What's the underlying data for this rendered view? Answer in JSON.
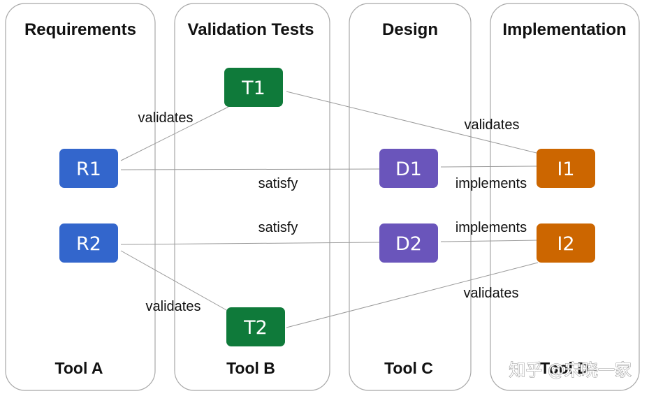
{
  "lanes": [
    {
      "id": "requirements",
      "title": "Requirements",
      "tool": "Tool A"
    },
    {
      "id": "validation",
      "title": "Validation Tests",
      "tool": "Tool B"
    },
    {
      "id": "design",
      "title": "Design",
      "tool": "Tool C"
    },
    {
      "id": "implementation",
      "title": "Implementation",
      "tool": "Tool D"
    }
  ],
  "nodes": [
    {
      "id": "R1",
      "label": "R1",
      "lane": "requirements",
      "color": "#3366cc"
    },
    {
      "id": "R2",
      "label": "R2",
      "lane": "requirements",
      "color": "#3366cc"
    },
    {
      "id": "T1",
      "label": "T1",
      "lane": "validation",
      "color": "#0f7a3a"
    },
    {
      "id": "T2",
      "label": "T2",
      "lane": "validation",
      "color": "#0f7a3a"
    },
    {
      "id": "D1",
      "label": "D1",
      "lane": "design",
      "color": "#6a55bb"
    },
    {
      "id": "D2",
      "label": "D2",
      "lane": "design",
      "color": "#6a55bb"
    },
    {
      "id": "I1",
      "label": "I1",
      "lane": "implementation",
      "color": "#cc6600"
    },
    {
      "id": "I2",
      "label": "I2",
      "lane": "implementation",
      "color": "#cc6600"
    }
  ],
  "edges": [
    {
      "from": "R1",
      "to": "T1",
      "label": "validates"
    },
    {
      "from": "T1",
      "to": "I1",
      "label": "validates"
    },
    {
      "from": "R1",
      "to": "D1",
      "label": "satisfy"
    },
    {
      "from": "D1",
      "to": "I1",
      "label": "implements"
    },
    {
      "from": "R2",
      "to": "D2",
      "label": "satisfy"
    },
    {
      "from": "D2",
      "to": "I2",
      "label": "implements"
    },
    {
      "from": "R2",
      "to": "T2",
      "label": "validates"
    },
    {
      "from": "T2",
      "to": "I2",
      "label": "validates"
    }
  ],
  "watermark": "知乎 @宋晓一家"
}
